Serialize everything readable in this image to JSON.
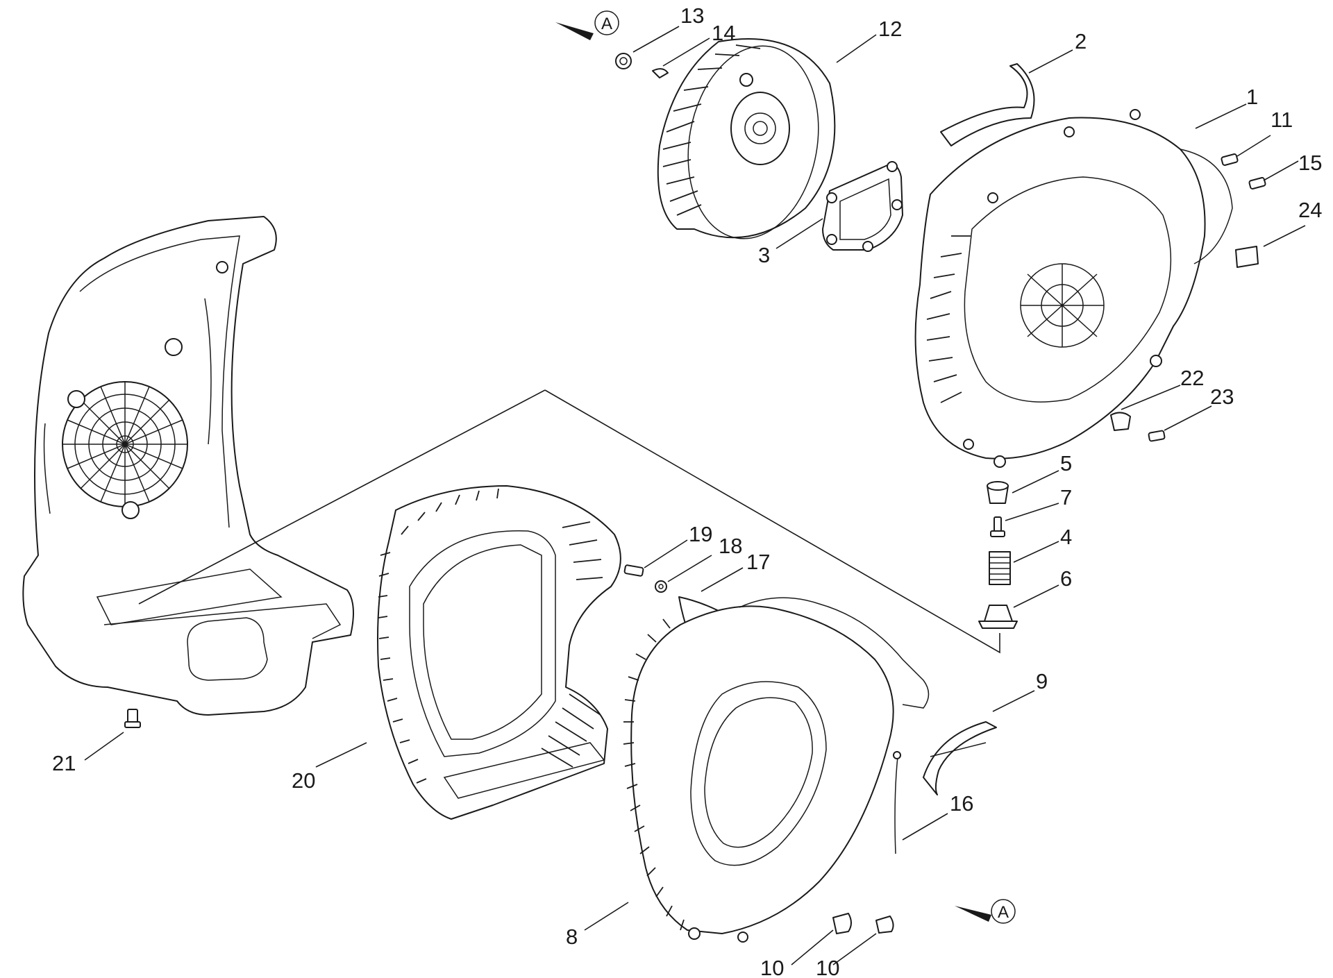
{
  "diagram": {
    "reference_marker": "A",
    "callouts": [
      {
        "id": "c13",
        "label": "13"
      },
      {
        "id": "c14",
        "label": "14"
      },
      {
        "id": "c12",
        "label": "12"
      },
      {
        "id": "c2",
        "label": "2"
      },
      {
        "id": "c1",
        "label": "1"
      },
      {
        "id": "c11",
        "label": "11"
      },
      {
        "id": "c15",
        "label": "15"
      },
      {
        "id": "c24",
        "label": "24"
      },
      {
        "id": "c3",
        "label": "3"
      },
      {
        "id": "c22",
        "label": "22"
      },
      {
        "id": "c23",
        "label": "23"
      },
      {
        "id": "c5",
        "label": "5"
      },
      {
        "id": "c7",
        "label": "7"
      },
      {
        "id": "c4",
        "label": "4"
      },
      {
        "id": "c6",
        "label": "6"
      },
      {
        "id": "c19",
        "label": "19"
      },
      {
        "id": "c18",
        "label": "18"
      },
      {
        "id": "c17",
        "label": "17"
      },
      {
        "id": "c9",
        "label": "9"
      },
      {
        "id": "c16",
        "label": "16"
      },
      {
        "id": "c21",
        "label": "21"
      },
      {
        "id": "c20",
        "label": "20"
      },
      {
        "id": "c8",
        "label": "8"
      },
      {
        "id": "c10a",
        "label": "10"
      },
      {
        "id": "c10b",
        "label": "10"
      }
    ]
  }
}
